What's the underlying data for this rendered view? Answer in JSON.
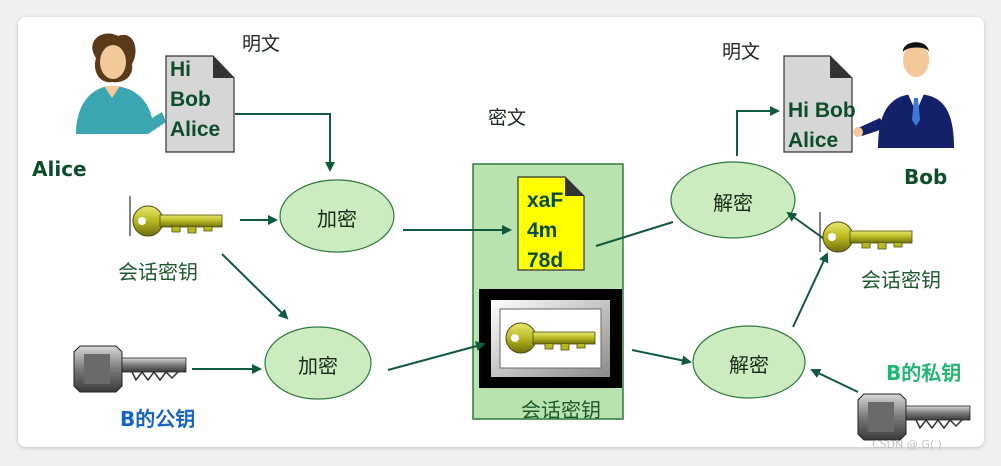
{
  "labels": {
    "plaintext_left": "明文",
    "plaintext_right": "明文",
    "ciphertext": "密文",
    "alice": "Alice",
    "bob": "Bob",
    "session_key_left": "会话密钥",
    "session_key_right": "会话密钥",
    "session_key_box": "会话密钥",
    "b_public_key": "B的公钥",
    "b_private_key": "B的私钥",
    "encrypt_top": "加密",
    "encrypt_bottom": "加密",
    "decrypt_top": "解密",
    "decrypt_bottom": "解密"
  },
  "plain_doc_left": [
    "Hi",
    "Bob",
    "Alice"
  ],
  "plain_doc_right": [
    "Hi Bob",
    "Alice"
  ],
  "cipher_doc": [
    "xaF",
    "4m",
    "78d"
  ],
  "watermark": "CSDN @.G( )",
  "colors": {
    "ellipse_fill": "#ccebc0",
    "ciphertext_box": "#b9e3ae",
    "cipher_doc": "#ffff00",
    "arrow": "#0f5a3a",
    "public_key_label": "#1565c0",
    "private_key_label": "#22b573"
  }
}
